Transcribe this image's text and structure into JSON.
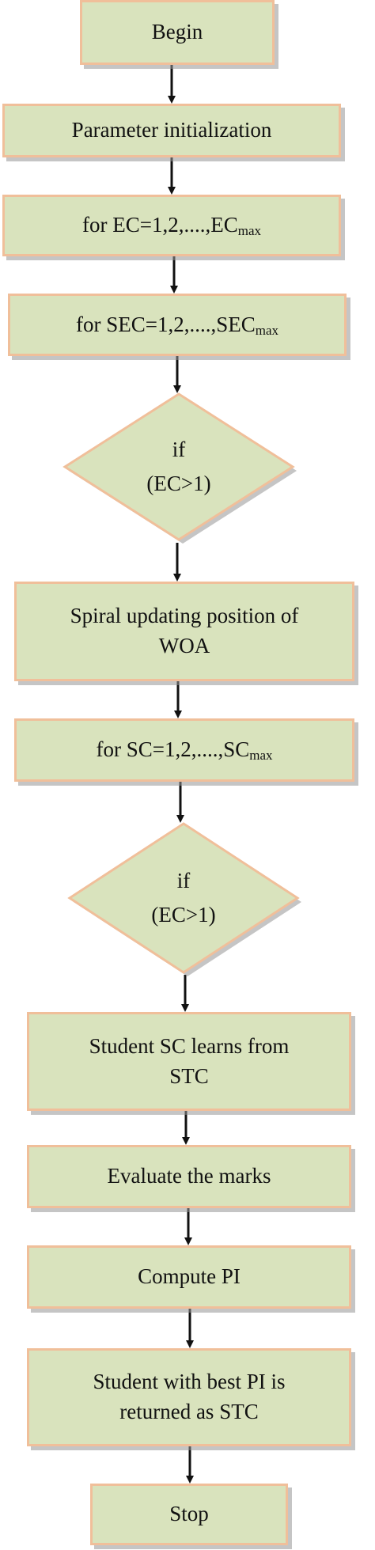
{
  "flowchart": {
    "begin": "Begin",
    "param_init": "Parameter initialization",
    "for_ec": {
      "prefix": "for EC=1,2,....,EC",
      "sub": "max"
    },
    "for_sec": {
      "prefix": "for SEC=1,2,....,SEC",
      "sub": "max"
    },
    "decision1": {
      "line1": "if",
      "line2": "(EC>1)"
    },
    "spiral": {
      "line1": "Spiral updating position of",
      "line2": "WOA"
    },
    "for_sc": {
      "prefix": "for SC=1,2,....,SC",
      "sub": "max"
    },
    "decision2": {
      "line1": "if",
      "line2": "(EC>1)"
    },
    "student_learns": {
      "line1": "Student SC learns from",
      "line2": "STC"
    },
    "evaluate": "Evaluate the marks",
    "compute": "Compute PI",
    "best_student": {
      "line1": "Student with best PI is",
      "line2": "returned as STC"
    },
    "stop": "Stop"
  },
  "colors": {
    "fill": "#d9e3bd",
    "border": "#f0bf9a",
    "arrow": "#111111",
    "shadow": "#969696"
  }
}
